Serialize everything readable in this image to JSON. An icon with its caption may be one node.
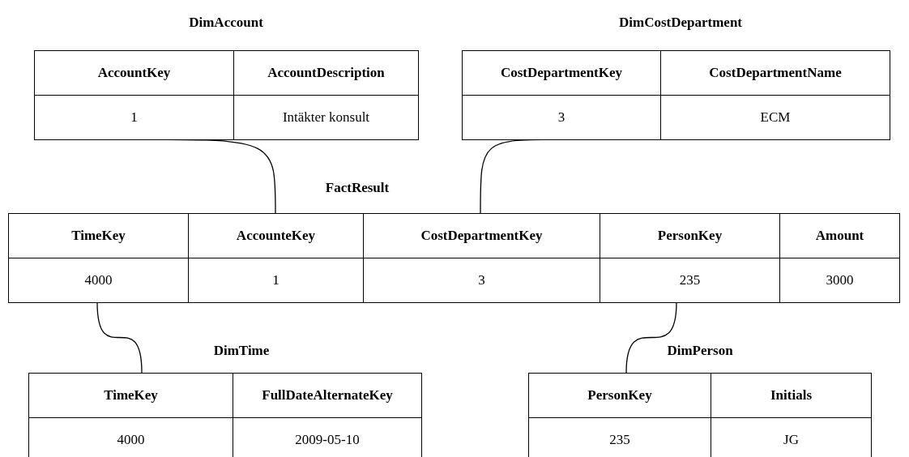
{
  "diagram": {
    "nodes": [
      {
        "text": [
          "DimAccount",
          "AccountKey",
          "AccountDescription",
          "1",
          "Intäkter konsult"
        ]
      },
      {
        "text": [
          "DimCostDepartment",
          "CostDepartmentKey",
          "CostDepartmentName",
          "3",
          "ECM"
        ]
      },
      {
        "text": [
          "FactResult",
          "TimeKey",
          "AccounteKey",
          "CostDepartmentKey",
          "PersonKey",
          "Amount",
          "4000",
          "1",
          "3",
          "235",
          "3000"
        ]
      },
      {
        "text": [
          "DimTime",
          "TimeKey",
          "FullDateAlternateKey",
          "4000",
          "2009-05-10"
        ]
      },
      {
        "text": [
          "DimPerson",
          "PersonKey",
          "Initials",
          "235",
          "JG"
        ]
      }
    ],
    "edges": [
      {
        "from": 0,
        "to": 2,
        "arrow": "none"
      },
      {
        "from": 1,
        "to": 2,
        "arrow": "none"
      },
      {
        "from": 2,
        "to": 3,
        "arrow": "none"
      },
      {
        "from": 2,
        "to": 4,
        "arrow": "none"
      }
    ]
  }
}
